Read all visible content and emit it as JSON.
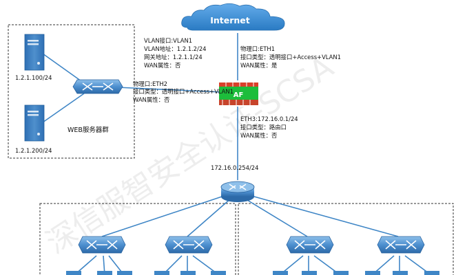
{
  "internet": {
    "label": "Internet"
  },
  "firewall": {
    "label": "AF"
  },
  "watermark": {
    "text": "深信服智安全认证-SCSA"
  },
  "server_group": {
    "title": "WEB服务器群",
    "servers": [
      {
        "ip": "1.2.1.100/24"
      },
      {
        "ip": "1.2.1.200/24"
      }
    ]
  },
  "vlan_info": {
    "lines": [
      "VLAN接口:VLAN1",
      "VLAN地址：1.2.1.2/24",
      "网关地址：1.2.1.1/24",
      "WAN属性：否"
    ]
  },
  "eth1_info": {
    "lines": [
      "物理口:ETH1",
      "接口类型：透明接口+Access+VLAN1",
      "WAN属性：是"
    ]
  },
  "eth2_info": {
    "lines": [
      "物理口:ETH2",
      "接口类型：透明接口+Access+VLAN1",
      "WAN属性：否"
    ]
  },
  "eth3_info": {
    "lines": [
      "ETH3:172.16.0.1/24",
      "接口类型：路由口",
      "WAN属性：否"
    ]
  },
  "core_router": {
    "ip": "172.16.0.254/24"
  },
  "colors": {
    "link": "#3f86c6",
    "device": "#4f90cd",
    "device_light": "#cfe3f5",
    "firewall_green": "#1dbd3b",
    "firewall_red": "#e24a2c",
    "cloud": "#3b8fd0"
  }
}
